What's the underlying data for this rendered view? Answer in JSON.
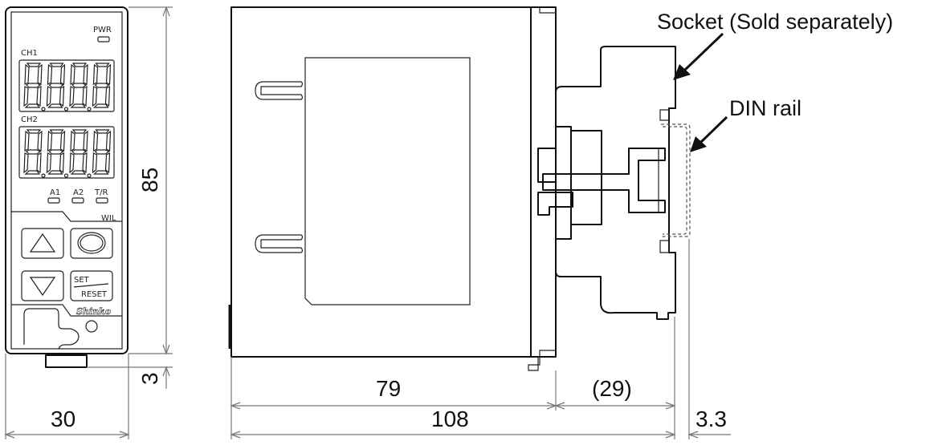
{
  "front_view": {
    "indicators": {
      "pwr": "PWR",
      "ch1": "CH1",
      "ch2": "CH2",
      "a1": "A1",
      "a2": "A2",
      "tr": "T/R"
    },
    "model": "WIL",
    "buttons": {
      "up": "up-arrow",
      "mode": "cycle",
      "down": "down-arrow",
      "set_top": "SET",
      "set_bottom": "RESET"
    },
    "brand": "Shinko",
    "digits_per_display": 4
  },
  "callouts": {
    "socket": "Socket (Sold separately)",
    "din_rail": "DIN rail"
  },
  "dimensions": {
    "height": "85",
    "pin_protrusion": "3",
    "width": "30",
    "body_depth": "79",
    "socket_depth": "(29)",
    "total_depth": "108",
    "rail_offset": "3.3"
  }
}
